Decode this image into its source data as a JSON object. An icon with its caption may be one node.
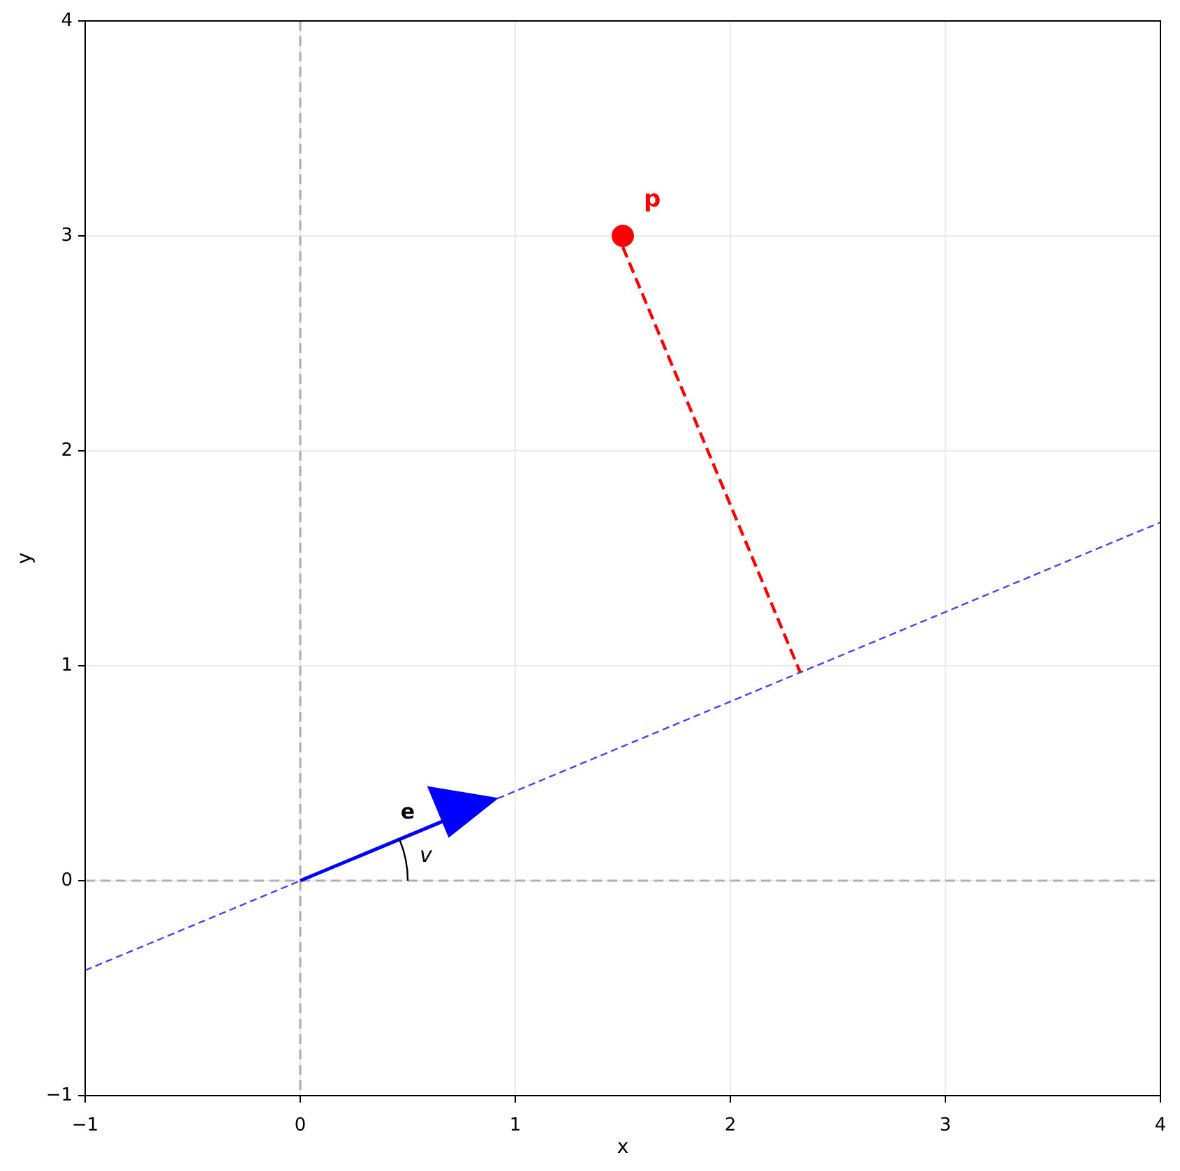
{
  "diagram": {
    "nodes": [
      {
        "text": [],
        "shape": "circle",
        "beside": [
          "p"
        ]
      },
      {
        "text": [],
        "shape": "line"
      }
    ],
    "edges": [
      {
        "from": 0,
        "to": 1,
        "arrow": "none",
        "style": "dashed",
        "color": "#ff0000"
      }
    ],
    "labels": [
      "4",
      "3",
      "2",
      "1",
      "0",
      "−1",
      "e",
      "v",
      "−1",
      "0",
      "1",
      "2",
      "3",
      "4",
      "x",
      "y"
    ]
  }
}
